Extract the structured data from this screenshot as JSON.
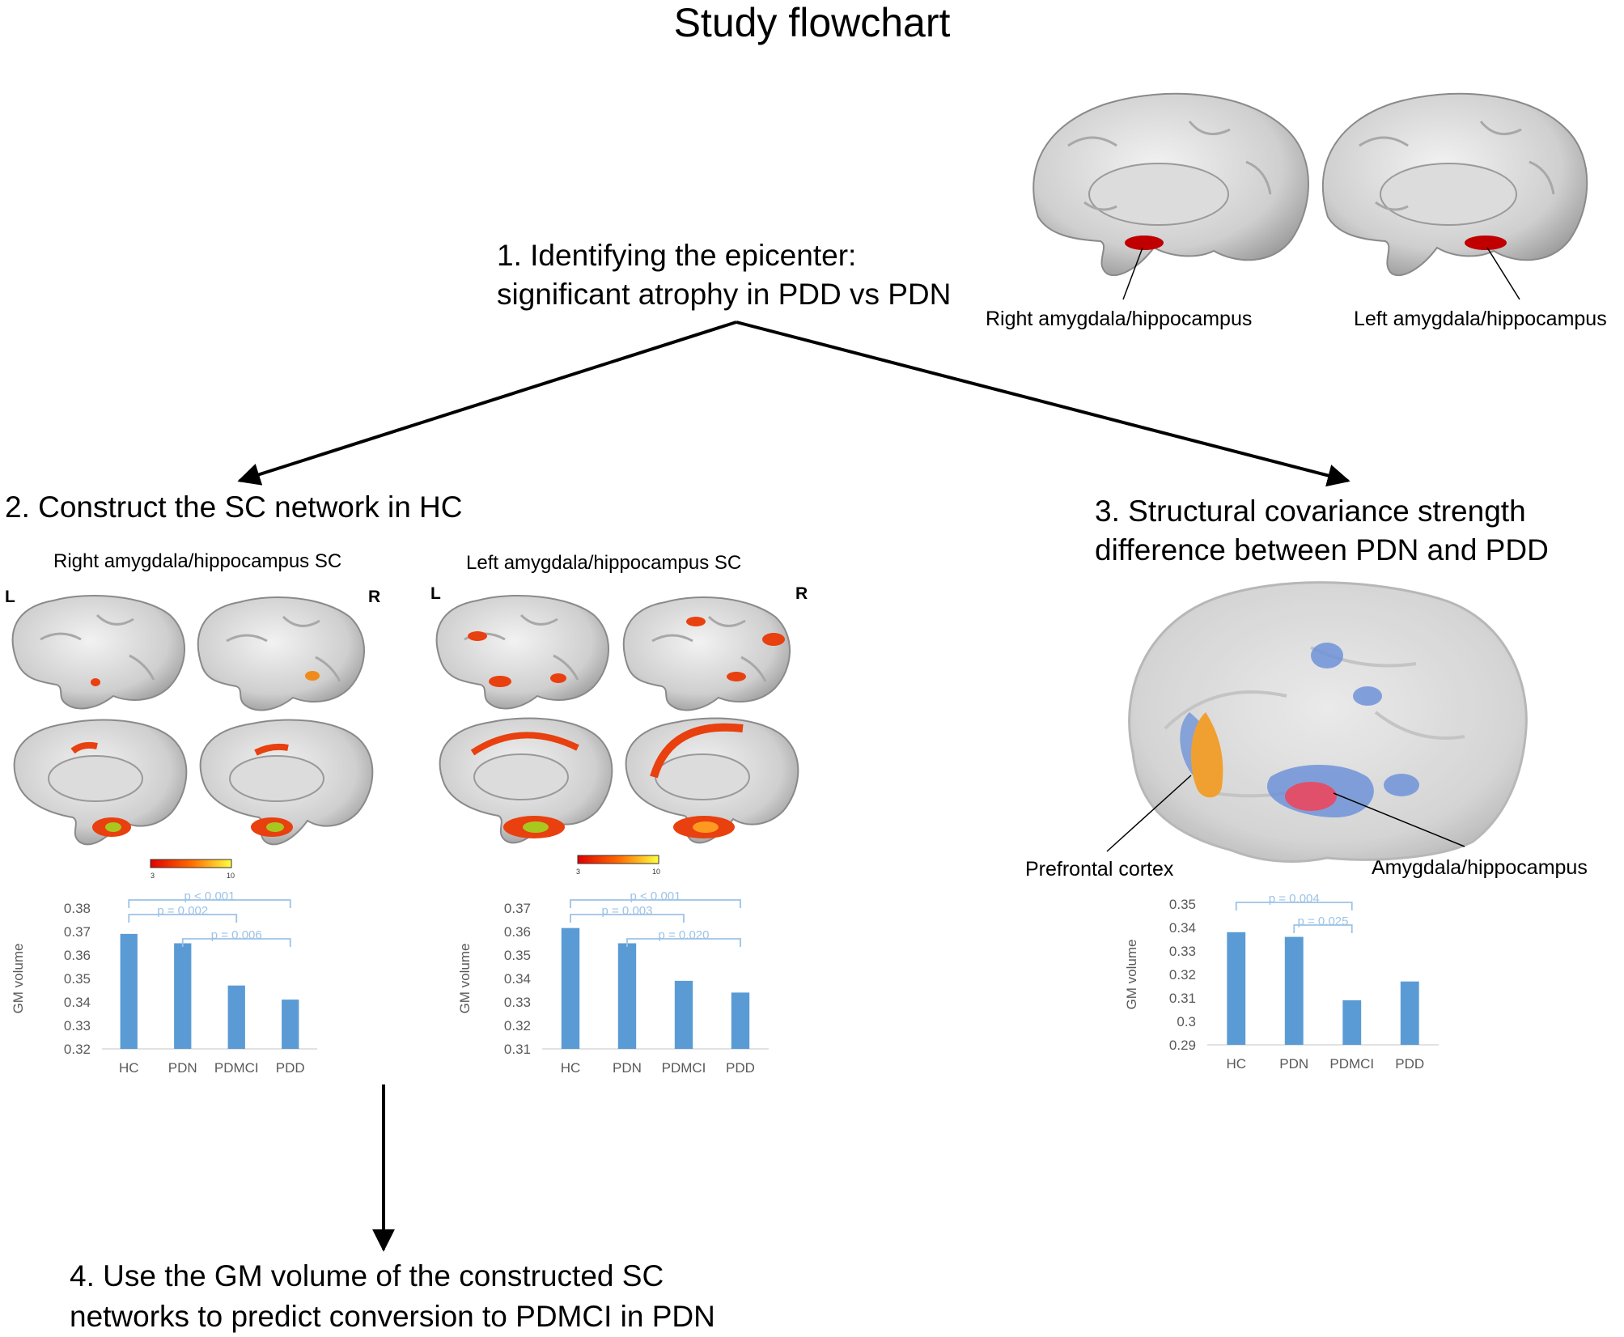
{
  "title": "Study flowchart",
  "steps": {
    "step1": {
      "line1": "1. Identifying the epicenter:",
      "line2": "significant atrophy in PDD vs PDN"
    },
    "step2": "2. Construct the SC network in HC",
    "step3": {
      "line1": "3. Structural covariance strength",
      "line2": "difference between PDN and PDD"
    },
    "step4": {
      "line1": "4. Use the GM volume of the constructed SC",
      "line2": "networks to predict conversion to PDMCI in PDN"
    }
  },
  "epicenter_labels": {
    "right": "Right amygdala/hippocampus",
    "left": "Left amygdala/hippocampus"
  },
  "sc_panels": {
    "right": {
      "title": "Right amygdala/hippocampus SC",
      "L": "L",
      "R": "R",
      "scale_min": "3",
      "scale_max": "10"
    },
    "left": {
      "title": "Left amygdala/hippocampus SC",
      "L": "L",
      "R": "R",
      "scale_min": "3",
      "scale_max": "10"
    }
  },
  "glass_brain_labels": {
    "prefrontal": "Prefrontal cortex",
    "amygdala": "Amygdala/hippocampus"
  },
  "colors": {
    "bar": "#5b9bd5",
    "bracket": "#9dc3e6",
    "tick_text": "#595959",
    "lesion": "#c00000",
    "network": "#e8400f",
    "prefrontal": "#f0a030",
    "blue_blob": "#6f93d8"
  },
  "chart_data": [
    {
      "type": "bar",
      "categories": [
        "HC",
        "PDN",
        "PDMCI",
        "PDD"
      ],
      "values": [
        0.369,
        0.365,
        0.347,
        0.341
      ],
      "ylabel": "GM volume",
      "ylim": [
        0.32,
        0.38
      ],
      "yticks": [
        "0.38",
        "0.37",
        "0.36",
        "0.35",
        "0.34",
        "0.33",
        "0.32"
      ],
      "annotations": [
        {
          "text": "p < 0.001",
          "from": 0,
          "to": 3
        },
        {
          "text": "p = 0.002",
          "from": 0,
          "to": 2
        },
        {
          "text": "p = 0.006",
          "from": 1,
          "to": 3
        }
      ]
    },
    {
      "type": "bar",
      "categories": [
        "HC",
        "PDN",
        "PDMCI",
        "PDD"
      ],
      "values": [
        0.3615,
        0.355,
        0.339,
        0.334
      ],
      "ylabel": "GM volume",
      "ylim": [
        0.31,
        0.37
      ],
      "yticks": [
        "0.37",
        "0.36",
        "0.35",
        "0.34",
        "0.33",
        "0.32",
        "0.31"
      ],
      "annotations": [
        {
          "text": "p < 0.001",
          "from": 0,
          "to": 3
        },
        {
          "text": "p = 0.003",
          "from": 0,
          "to": 2
        },
        {
          "text": "p = 0.020",
          "from": 1,
          "to": 3
        }
      ]
    },
    {
      "type": "bar",
      "categories": [
        "HC",
        "PDN",
        "PDMCI",
        "PDD"
      ],
      "values": [
        0.338,
        0.336,
        0.309,
        0.317
      ],
      "ylabel": "GM volume",
      "ylim": [
        0.29,
        0.35
      ],
      "yticks": [
        "0.35",
        "0.34",
        "0.33",
        "0.32",
        "0.31",
        "0.3",
        "0.29"
      ],
      "annotations": [
        {
          "text": "p = 0.004",
          "from": 0,
          "to": 2
        },
        {
          "text": "p = 0.025",
          "from": 1,
          "to": 2
        }
      ]
    }
  ]
}
